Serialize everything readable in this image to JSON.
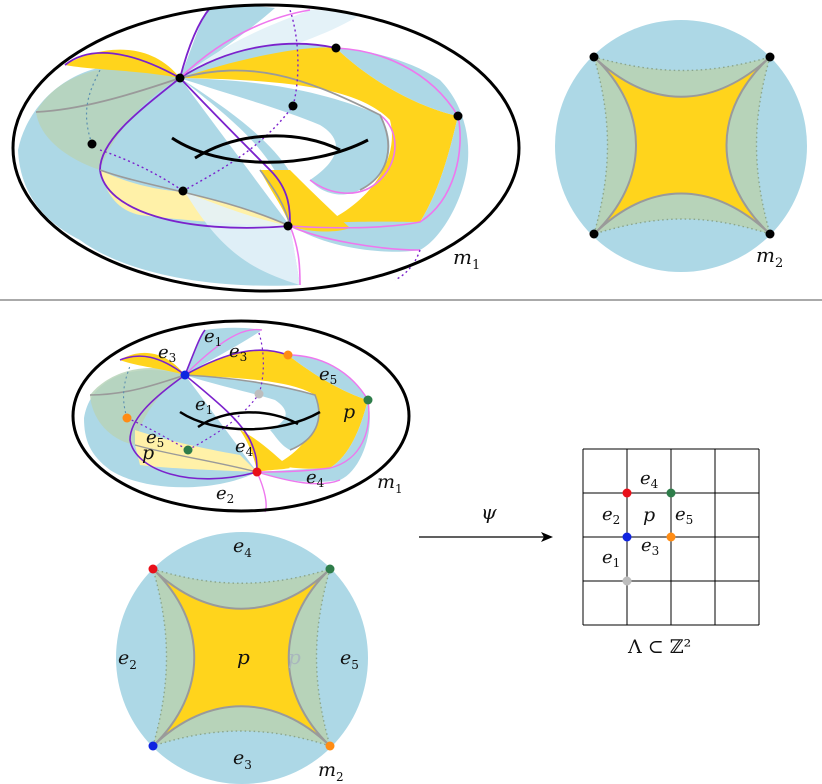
{
  "colors": {
    "blue_light": "#add8e6",
    "blue_pale": "#e4f2f8",
    "yellow": "#ffd41c",
    "yellow_pale": "#fff1a8",
    "green_gray": "#b7d3b9",
    "purple": "#7b22cc",
    "pink": "#ee77ee",
    "gray_edge": "#9a9a9a",
    "vertex_red": "#e8101a",
    "vertex_green": "#2e7d4a",
    "vertex_blue": "#1024e0",
    "vertex_orange": "#ff8c14",
    "vertex_gray": "#bdbdbd",
    "vertex_black": "#000000"
  },
  "top": {
    "torus_label": {
      "base": "m",
      "sub": "1"
    },
    "disk_label": {
      "base": "m",
      "sub": "2"
    }
  },
  "bottom": {
    "torus_label": {
      "base": "m",
      "sub": "1"
    },
    "disk_label": {
      "base": "m",
      "sub": "2"
    },
    "torus_edges": [
      {
        "base": "e",
        "sub": "1"
      },
      {
        "base": "e",
        "sub": "3"
      },
      {
        "base": "e",
        "sub": "3"
      },
      {
        "base": "e",
        "sub": "5"
      },
      {
        "base": "e",
        "sub": "1"
      },
      {
        "base": "e",
        "sub": "5"
      },
      {
        "base": "e",
        "sub": "4"
      },
      {
        "base": "e",
        "sub": "4"
      },
      {
        "base": "e",
        "sub": "2"
      }
    ],
    "torus_faces": [
      "p",
      "p"
    ],
    "disk_edges": [
      {
        "base": "e",
        "sub": "4"
      },
      {
        "base": "e",
        "sub": "2"
      },
      {
        "base": "e",
        "sub": "5"
      },
      {
        "base": "e",
        "sub": "3"
      }
    ],
    "disk_face": "p",
    "disk_face_ghost": "p",
    "map_label": "ψ",
    "grid": {
      "rows": 4,
      "cols": 4,
      "edges": [
        {
          "base": "e",
          "sub": "4"
        },
        {
          "base": "e",
          "sub": "2"
        },
        {
          "base": "e",
          "sub": "5"
        },
        {
          "base": "e",
          "sub": "3"
        },
        {
          "base": "e",
          "sub": "1"
        }
      ],
      "face": "p",
      "caption": "Λ ⊂ ℤ²"
    }
  }
}
